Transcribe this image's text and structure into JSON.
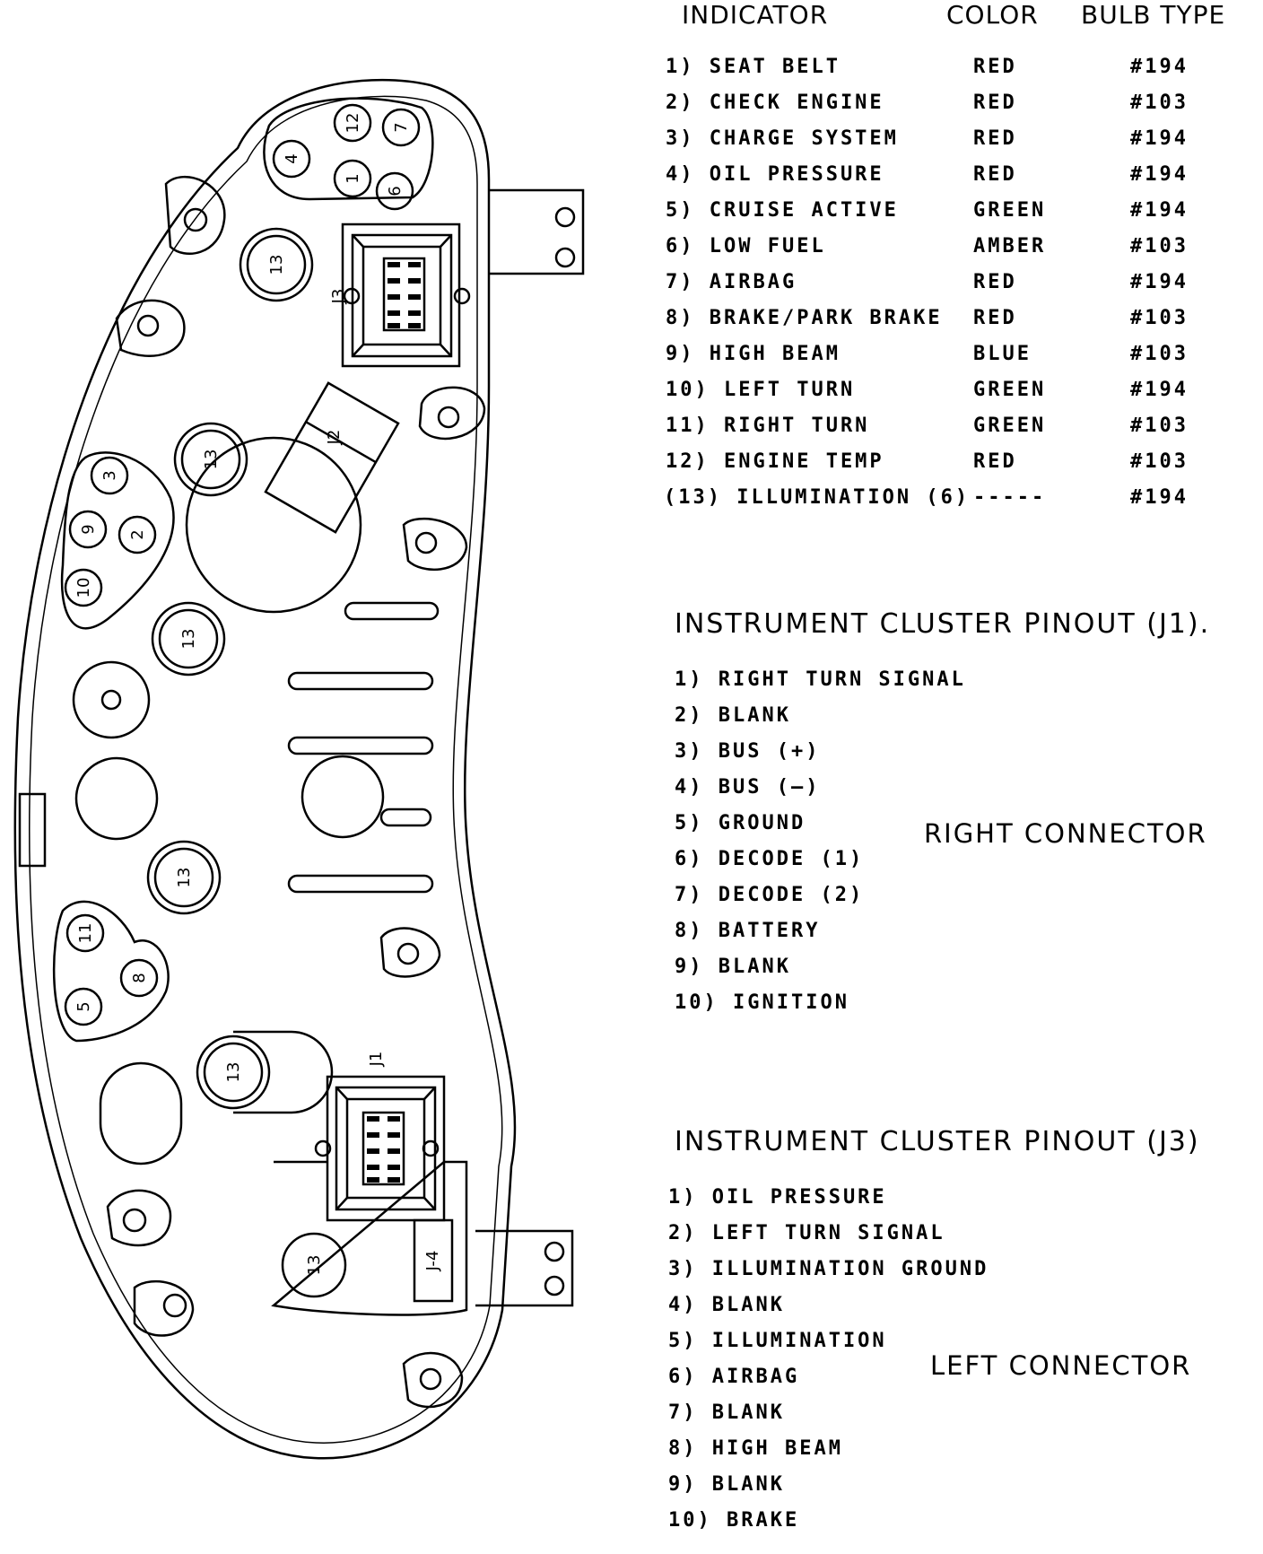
{
  "legend": {
    "headers": {
      "indicator": "INDICATOR",
      "color": "COLOR",
      "bulb_type": "BULB TYPE"
    },
    "rows": [
      {
        "indicator": "1) SEAT BELT",
        "color": "RED",
        "bulb": "#194"
      },
      {
        "indicator": "2) CHECK ENGINE",
        "color": "RED",
        "bulb": "#103"
      },
      {
        "indicator": "3) CHARGE SYSTEM",
        "color": "RED",
        "bulb": "#194"
      },
      {
        "indicator": "4) OIL PRESSURE",
        "color": "RED",
        "bulb": "#194"
      },
      {
        "indicator": "5) CRUISE ACTIVE",
        "color": "GREEN",
        "bulb": "#194"
      },
      {
        "indicator": "6) LOW FUEL",
        "color": "AMBER",
        "bulb": "#103"
      },
      {
        "indicator": "7) AIRBAG",
        "color": "RED",
        "bulb": "#194"
      },
      {
        "indicator": "8) BRAKE/PARK BRAKE",
        "color": "RED",
        "bulb": "#103"
      },
      {
        "indicator": "9) HIGH BEAM",
        "color": "BLUE",
        "bulb": "#103"
      },
      {
        "indicator": "10) LEFT TURN",
        "color": "GREEN",
        "bulb": "#194"
      },
      {
        "indicator": "11) RIGHT TURN",
        "color": "GREEN",
        "bulb": "#103"
      },
      {
        "indicator": "12) ENGINE TEMP",
        "color": "RED",
        "bulb": "#103"
      },
      {
        "indicator": "(13) ILLUMINATION (6)",
        "color": "-----",
        "bulb": "#194"
      }
    ]
  },
  "j1": {
    "title": "INSTRUMENT CLUSTER PINOUT (J1).",
    "side_label": "RIGHT CONNECTOR",
    "pins": [
      "1) RIGHT TURN SIGNAL",
      "2) BLANK",
      "3) BUS (+)",
      "4) BUS (—)",
      "5) GROUND",
      "6) DECODE (1)",
      "7) DECODE (2)",
      "8) BATTERY",
      "9) BLANK",
      "10) IGNITION"
    ]
  },
  "j3": {
    "title": "INSTRUMENT CLUSTER PINOUT (J3)",
    "side_label": "LEFT CONNECTOR",
    "pins": [
      "1) OIL PRESSURE",
      "2) LEFT TURN SIGNAL",
      "3) ILLUMINATION GROUND",
      "4) BLANK",
      "5) ILLUMINATION",
      "6) AIRBAG",
      "7) BLANK",
      "8) HIGH BEAM",
      "9) BLANK",
      "10) BRAKE"
    ]
  },
  "diagram_labels": {
    "j1": "J1",
    "j2": "J2",
    "j3": "J3",
    "j4": "J-4",
    "illumination": "13",
    "b1": "1",
    "b2": "2",
    "b3": "3",
    "b4": "4",
    "b5": "5",
    "b6": "6",
    "b7": "7",
    "b8": "8",
    "b9": "9",
    "b10": "10",
    "b11": "11",
    "b12": "12"
  },
  "colors": {
    "ink": "#000000",
    "paper": "#ffffff"
  }
}
